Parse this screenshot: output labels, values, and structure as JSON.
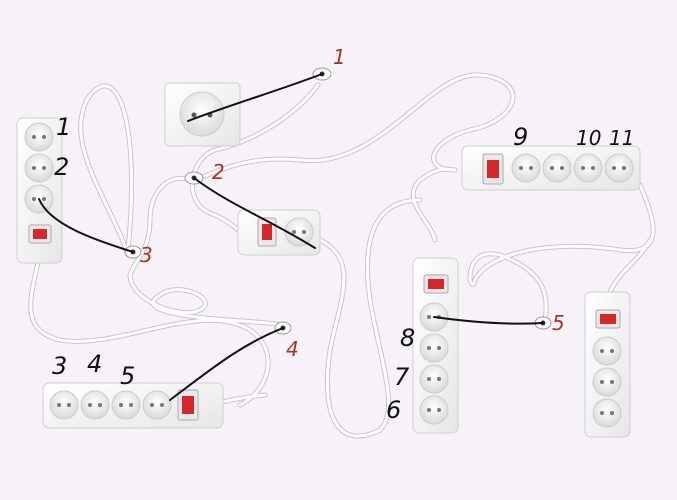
{
  "colors": {
    "background": "#f6f2f8",
    "ink": "#111111",
    "red_ink": "#b5301c",
    "switch_red": "#d8262a",
    "cable": "#ffffff",
    "cable_edge": "#c9c4cc",
    "strip_body": "#f2f2f2",
    "strip_edge": "#cfcfcf"
  },
  "socket_numbers": {
    "n1": "1",
    "n2": "2",
    "n3": "3",
    "n4": "4",
    "n5": "5",
    "n6": "6",
    "n7": "7",
    "n8": "8",
    "n9": "9",
    "n10": "10",
    "n11": "11"
  },
  "plug_numbers": {
    "p1": "1",
    "p2": "2",
    "p3": "3",
    "p4": "4",
    "p5": "5"
  },
  "icons": {
    "plug": "plug-icon",
    "switch": "power-switch-icon",
    "socket": "socket-icon",
    "wall_outlet": "wall-outlet-icon"
  }
}
